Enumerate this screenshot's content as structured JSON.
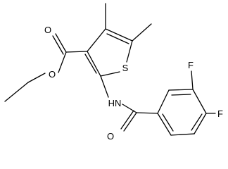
{
  "diagram": {
    "kind": "chemical-structure",
    "colors": {
      "bond": "#000000",
      "label": "#000000",
      "background": "#ffffff"
    },
    "atom_labels": {
      "ester_carbonyl_oxygen": "O",
      "ester_ether_oxygen": "O",
      "thiophene_sulfur": "S",
      "amide_nitrogen": "HN",
      "amide_carbonyl_oxygen": "O",
      "fluorine_3": "F",
      "fluorine_4": "F"
    }
  }
}
